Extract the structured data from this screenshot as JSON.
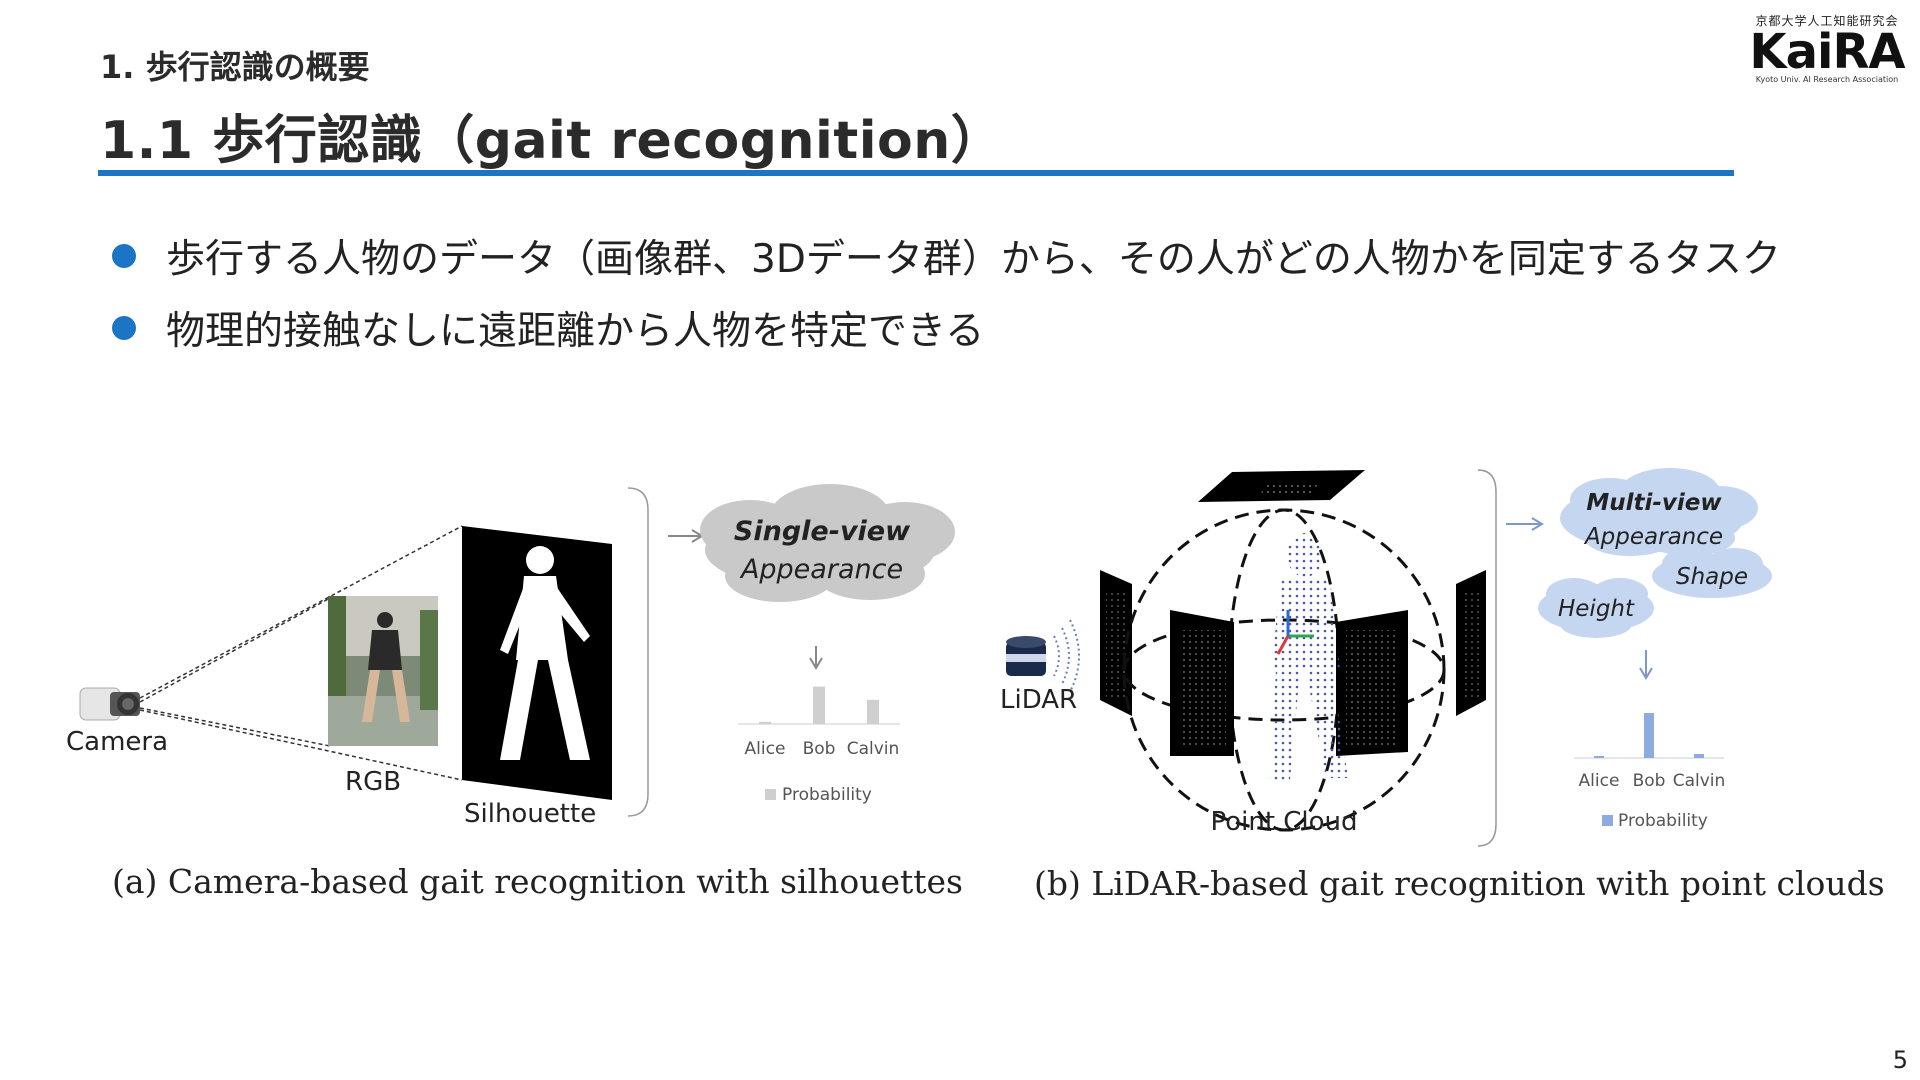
{
  "header": {
    "section": "1. 歩行認識の概要",
    "title": "1.1 歩行認識（gait recognition）"
  },
  "logo": {
    "top_text": "京都大学人工知能研究会",
    "main_text": "KaiRA",
    "sub_text": "Kyoto Univ. AI Research Association"
  },
  "bullets": [
    "歩行する人物のデータ（画像群、3Dデータ群）から、その人がどの人物かを同定するタスク",
    "物理的接触なしに遠距離から人物を特定できる"
  ],
  "figure_a": {
    "camera_label": "Camera",
    "rgb_label": "RGB",
    "silhouette_label": "Silhouette",
    "cloud_line1": "Single-view",
    "cloud_line2": "Appearance",
    "categories": [
      "Alice",
      "Bob",
      "Calvin"
    ],
    "values": [
      0.05,
      0.85,
      0.55
    ],
    "legend": "Probability",
    "caption": "(a) Camera-based gait recognition with silhouettes",
    "bar_color": "#cfcfcf"
  },
  "figure_b": {
    "lidar_label": "LiDAR",
    "pointcloud_label": "Point Cloud",
    "cloud1_line1": "Multi-view",
    "cloud1_line2": "Appearance",
    "cloud2": "Shape",
    "cloud3": "Height",
    "categories": [
      "Alice",
      "Bob",
      "Calvin"
    ],
    "values": [
      0.04,
      0.9,
      0.08
    ],
    "legend": "Probability",
    "caption": "(b) LiDAR-based gait recognition with point clouds",
    "bar_color": "#8faadc"
  },
  "page_number": "5",
  "colors": {
    "accent": "#1c75c4",
    "cloud_gray": "#c9c9c9",
    "cloud_blue": "#c5d6f1"
  }
}
